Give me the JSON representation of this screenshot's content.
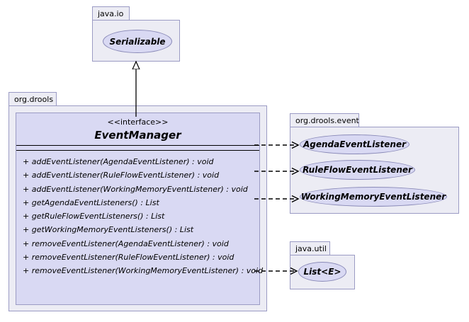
{
  "diagram": {
    "type": "uml-class-diagram",
    "background": "#ffffff",
    "package_fill": "#ececf4",
    "class_fill": "#d9d9f3",
    "border_color": "#9b9bc4",
    "line_color": "#000000"
  },
  "packages": {
    "java_io": {
      "label": "java.io"
    },
    "org_drools": {
      "label": "org.drools"
    },
    "org_drools_event": {
      "label": "org.drools.event"
    },
    "java_util": {
      "label": "java.util"
    }
  },
  "serializable": {
    "name": "Serializable"
  },
  "event_manager": {
    "stereotype": "<<interface>>",
    "name": "EventManager",
    "attributes": [],
    "operations": [
      {
        "visibility": "+",
        "signature": "addEventListener(AgendaEventListener) : void"
      },
      {
        "visibility": "+",
        "signature": "addEventListener(RuleFlowEventListener) : void"
      },
      {
        "visibility": "+",
        "signature": "addEventListener(WorkingMemoryEventListener) : void"
      },
      {
        "visibility": "+",
        "signature": "getAgendaEventListeners() : List"
      },
      {
        "visibility": "+",
        "signature": "getRuleFlowEventListeners() : List"
      },
      {
        "visibility": "+",
        "signature": "getWorkingMemoryEventListeners() : List"
      },
      {
        "visibility": "+",
        "signature": "removeEventListener(AgendaEventListener) : void"
      },
      {
        "visibility": "+",
        "signature": "removeEventListener(RuleFlowEventListener) : void"
      },
      {
        "visibility": "+",
        "signature": "removeEventListener(WorkingMemoryEventListener) : void"
      }
    ]
  },
  "event_interfaces": [
    {
      "name": "AgendaEventListener"
    },
    {
      "name": "RuleFlowEventListener"
    },
    {
      "name": "WorkingMemoryEventListener"
    }
  ],
  "list_interface": {
    "name": "List<E>"
  },
  "relationships": [
    {
      "kind": "generalization",
      "from": "EventManager",
      "to": "Serializable"
    },
    {
      "kind": "dependency",
      "from": "EventManager",
      "to": "AgendaEventListener"
    },
    {
      "kind": "dependency",
      "from": "EventManager",
      "to": "RuleFlowEventListener"
    },
    {
      "kind": "dependency",
      "from": "EventManager",
      "to": "WorkingMemoryEventListener"
    },
    {
      "kind": "dependency",
      "from": "EventManager",
      "to": "List<E>"
    }
  ]
}
